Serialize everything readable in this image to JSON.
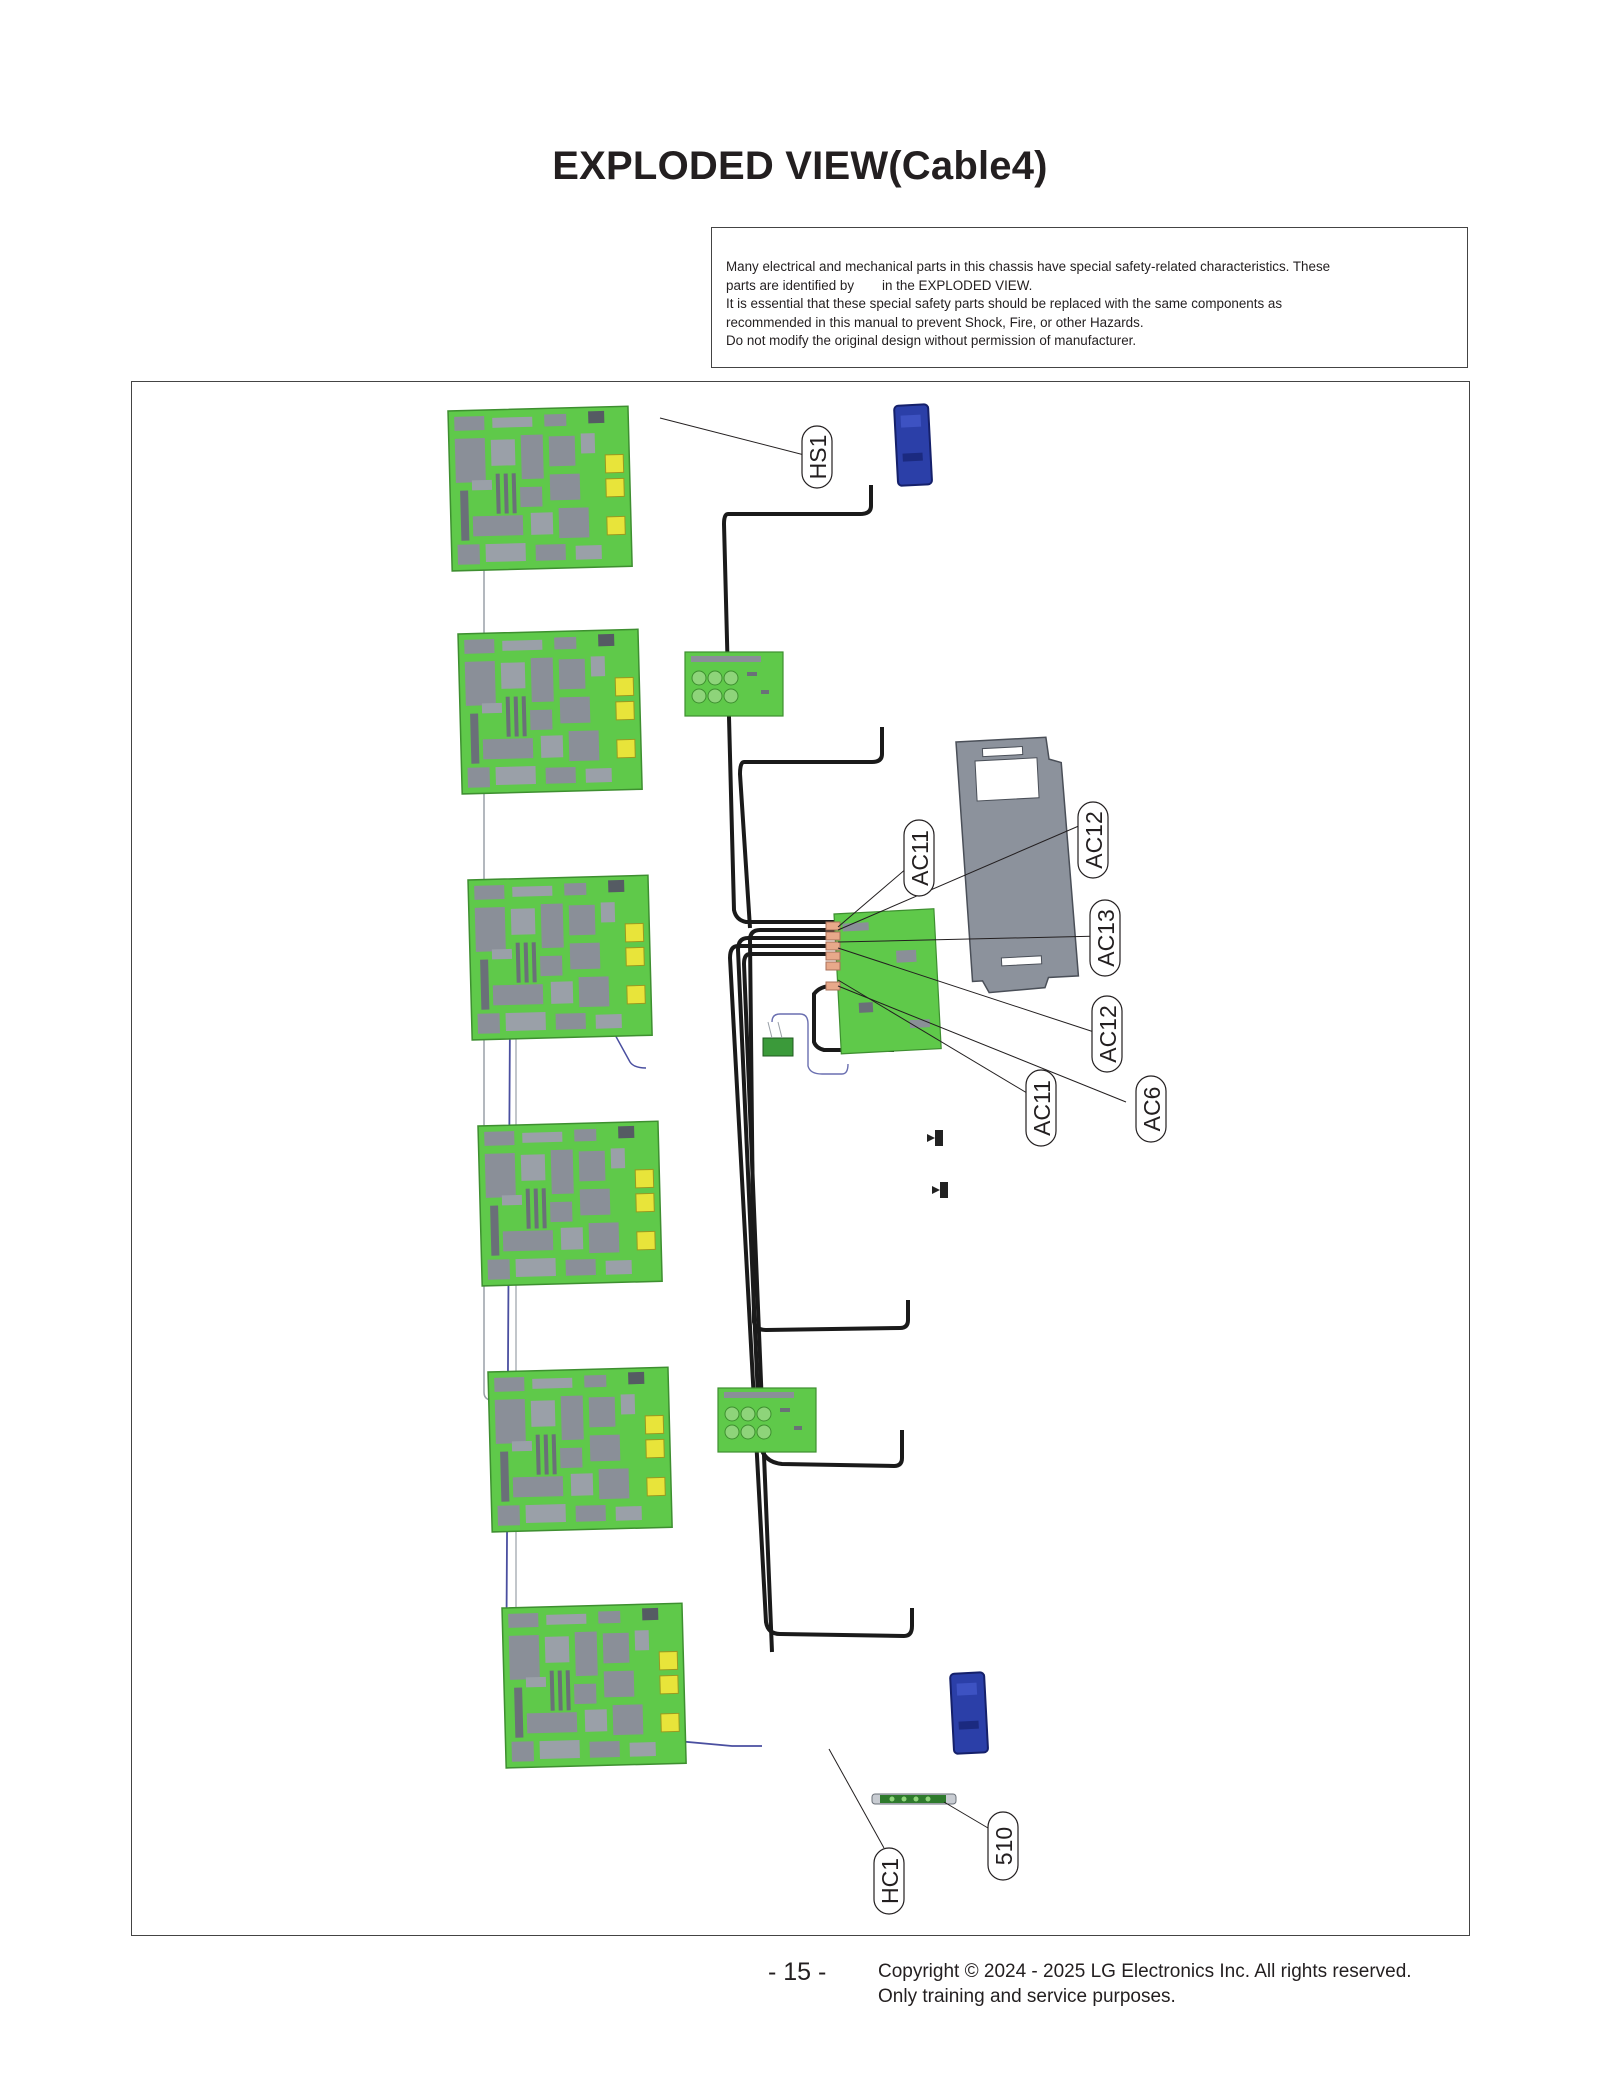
{
  "page": {
    "title": "EXPLODED VIEW(Cable4)",
    "page_number": "- 15 -"
  },
  "notice": {
    "line1": "Many electrical and mechanical parts in this chassis have special safety-related characteristics. These",
    "line2a": "parts are identified by",
    "line2b": "in the EXPLODED VIEW.",
    "line3": "It is essential that these special safety parts should be replaced with the same components as",
    "line4": "recommended in this manual to prevent Shock, Fire, or other Hazards.",
    "line5": "Do not modify the original design without permission of manufacturer."
  },
  "callouts": {
    "hs1": "HS1",
    "ac11_top": "AC11",
    "ac12_top": "AC12",
    "ac13": "AC13",
    "ac12_bottom": "AC12",
    "ac11_bottom": "AC11",
    "ac6": "AC6",
    "c510": "510",
    "hc1": "HC1"
  },
  "footer": {
    "copyright_line1": "Copyright © 2024 - 2025 LG Electronics Inc. All rights reserved.",
    "copyright_line2": "Only training and service purposes."
  },
  "colors": {
    "pcb_green": "#5fc94a",
    "component_gray": "#8a8f98",
    "capacitor_yellow": "#e8e43a",
    "connector_blue": "#2b3fa8",
    "cable_black": "#1a1a1a",
    "bracket_gray": "#8c929c"
  }
}
